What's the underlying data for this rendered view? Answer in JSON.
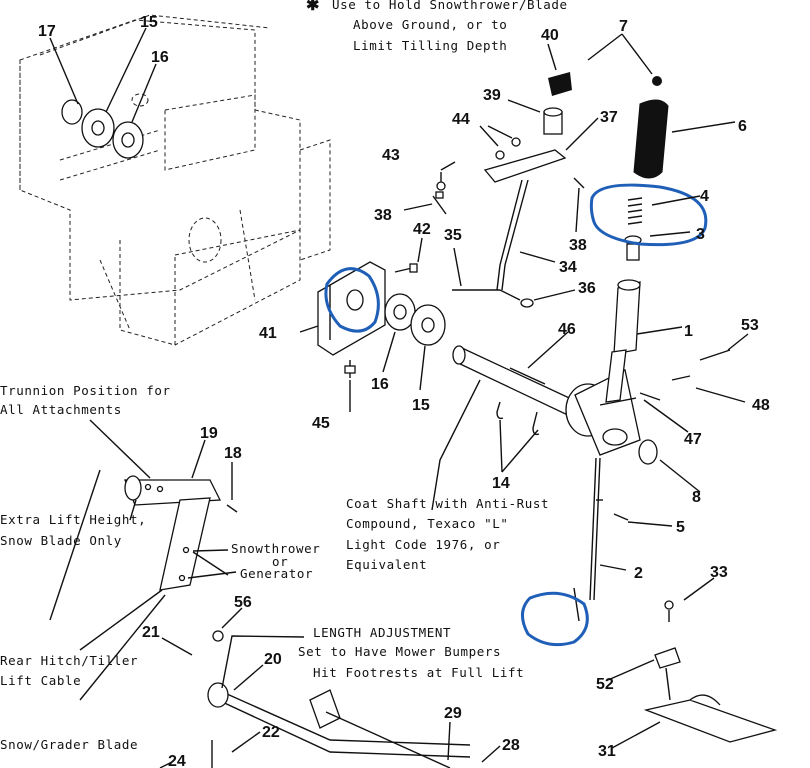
{
  "notes": {
    "star_line1": "Use to Hold Snowthrower/Blade",
    "star_line2": "Above Ground, or to",
    "star_line3": "Limit Tilling Depth",
    "trunnion1": "Trunnion Position for",
    "trunnion2": "All Attachments",
    "extra1": "Extra Lift Height,",
    "extra2": "Snow Blade Only",
    "snowthrower": "Snowthrower",
    "or": "or",
    "generator": "Generator",
    "rear1": "Rear Hitch/Tiller",
    "rear2": "Lift Cable",
    "coat1": "Coat Shaft with Anti-Rust",
    "coat2": "Compound, Texaco \"L\"",
    "coat3": "Light Code 1976, or",
    "coat4": "Equivalent",
    "length1": "LENGTH ADJUSTMENT",
    "length2": "Set to Have Mower Bumpers",
    "length3": "Hit Footrests at Full Lift",
    "snowgrader": "Snow/Grader Blade"
  },
  "callouts": {
    "c1": "1",
    "c2": "2",
    "c3": "3",
    "c4": "4",
    "c5": "5",
    "c6": "6",
    "c7": "7",
    "c8": "8",
    "c14": "14",
    "c15a": "15",
    "c15b": "15",
    "c16a": "16",
    "c16b": "16",
    "c17": "17",
    "c18": "18",
    "c19": "19",
    "c20": "20",
    "c21": "21",
    "c22": "22",
    "c24": "24",
    "c28": "28",
    "c29": "29",
    "c31": "31",
    "c33": "33",
    "c34": "34",
    "c35": "35",
    "c36": "36",
    "c37": "37",
    "c38a": "38",
    "c38b": "38",
    "c39": "39",
    "c40": "40",
    "c41": "41",
    "c42": "42",
    "c43": "43",
    "c44": "44",
    "c45": "45",
    "c46": "46",
    "c47": "47",
    "c48": "48",
    "c52": "52",
    "c53": "53",
    "c56": "56"
  },
  "colors": {
    "ink": "#111111",
    "markup": "#1f5fb8",
    "background": "#ffffff"
  }
}
